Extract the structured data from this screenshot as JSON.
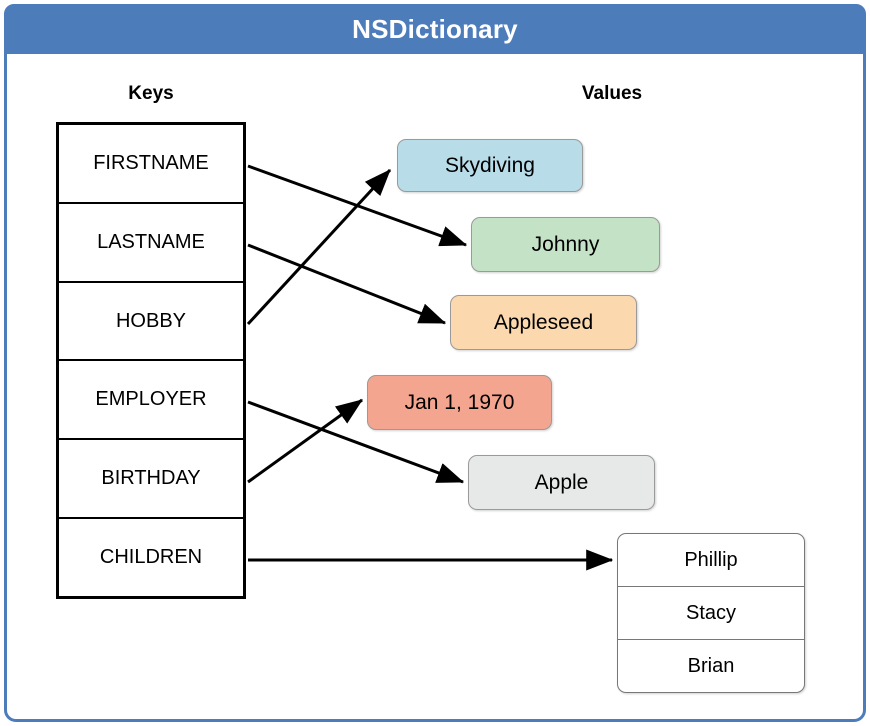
{
  "window": {
    "title": "NSDictionary",
    "header_bg": "#4d7cbb",
    "header_text_color": "#ffffff",
    "frame_border": "#4d7cbb"
  },
  "columns": {
    "keys_heading": "Keys",
    "values_heading": "Values"
  },
  "keys": [
    {
      "label": "FIRSTNAME"
    },
    {
      "label": "LASTNAME"
    },
    {
      "label": "HOBBY"
    },
    {
      "label": "EMPLOYER"
    },
    {
      "label": "BIRTHDAY"
    },
    {
      "label": "CHILDREN"
    }
  ],
  "values": [
    {
      "label": "Skydiving",
      "color": "#b8dce8"
    },
    {
      "label": "Johnny",
      "color": "#c4e2c6"
    },
    {
      "label": "Appleseed",
      "color": "#fbd8ad"
    },
    {
      "label": "Jan 1, 1970",
      "color": "#f4a58f"
    },
    {
      "label": "Apple",
      "color": "#e7e8e8"
    }
  ],
  "children_list": [
    {
      "label": "Phillip"
    },
    {
      "label": "Stacy"
    },
    {
      "label": "Brian"
    }
  ],
  "mappings": [
    {
      "key": "FIRSTNAME",
      "value": "Johnny"
    },
    {
      "key": "LASTNAME",
      "value": "Appleseed"
    },
    {
      "key": "HOBBY",
      "value": "Skydiving"
    },
    {
      "key": "EMPLOYER",
      "value": "Apple"
    },
    {
      "key": "BIRTHDAY",
      "value": "Jan 1, 1970"
    },
    {
      "key": "CHILDREN",
      "value": "Phillip, Stacy, Brian"
    }
  ]
}
